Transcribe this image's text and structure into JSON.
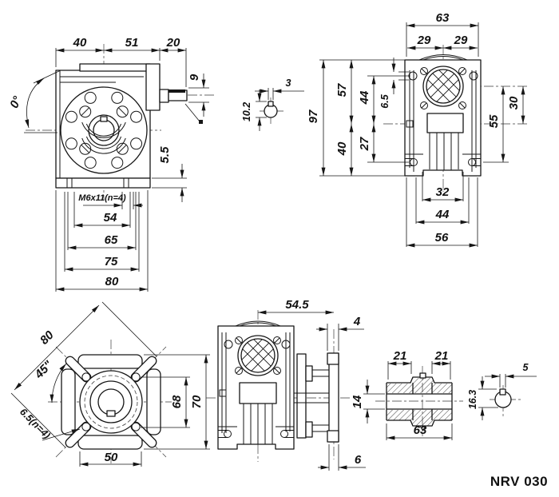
{
  "title": "NRV 030",
  "views": {
    "front": {
      "dim_40": "40",
      "dim_51": "51",
      "dim_20": "20",
      "dim_shaft_dia": "9",
      "dim_angle": "0°",
      "dim_foot": "5.5",
      "label_screws": "M6x11(n=4)",
      "dim_54": "54",
      "dim_65": "65",
      "dim_75": "75",
      "dim_80": "80"
    },
    "input_shaft_section": {
      "dim_key_width": "3",
      "dim_height": "10.2"
    },
    "side": {
      "dim_63": "63",
      "dim_29_left": "29",
      "dim_29_right": "29",
      "dim_97": "97",
      "dim_57": "57",
      "dim_44_left": "44",
      "dim_hole": "6.5",
      "dim_40": "40",
      "dim_27": "27",
      "dim_55": "55",
      "dim_30": "30",
      "dim_32": "32",
      "dim_44_bottom": "44",
      "dim_56": "56"
    },
    "flange": {
      "dim_80": "80",
      "dim_45": "45\"",
      "dim_holes": "6.5(n=4)",
      "dim_68": "68",
      "dim_70": "70",
      "dim_50": "50"
    },
    "side_output": {
      "dim_54_5": "54.5",
      "dim_4": "4",
      "dim_6": "6"
    },
    "output_shaft_section": {
      "dim_21_left": "21",
      "dim_21_right": "21",
      "dim_bore": "14",
      "dim_63": "63"
    },
    "output_key_section": {
      "dim_height": "16.3",
      "dim_key_width": "5"
    }
  }
}
